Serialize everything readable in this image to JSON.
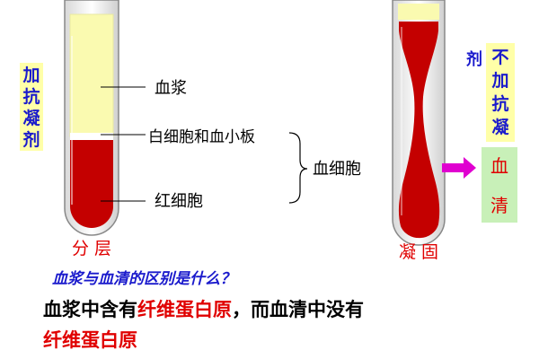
{
  "left_tube": {
    "side_label": [
      "加",
      "抗",
      "凝",
      "剂"
    ],
    "caption": "分 层"
  },
  "right_tube": {
    "side_label": [
      "不",
      "加",
      "抗",
      "凝"
    ],
    "side_label_extra": "剂",
    "serum_box": [
      "血",
      "清"
    ],
    "caption": "凝 固"
  },
  "labels": {
    "plasma": "血浆",
    "wbc_platelets": "白细胞和血小板",
    "blood_cells": "血细胞",
    "rbc": "红细胞"
  },
  "question": "血浆与血清的区别是什么？",
  "answer": {
    "part1": "血浆中含有",
    "part2": "纤维蛋白原",
    "part3": "，而血清中没有",
    "part4": "纤维蛋白原"
  },
  "colors": {
    "yellow_label": "#ffffa8",
    "plasma": "#fafab0",
    "red_cells": "#c40000",
    "text_blue": "#1a1acc",
    "text_red": "#e00000",
    "arrow": "#e000d0"
  }
}
